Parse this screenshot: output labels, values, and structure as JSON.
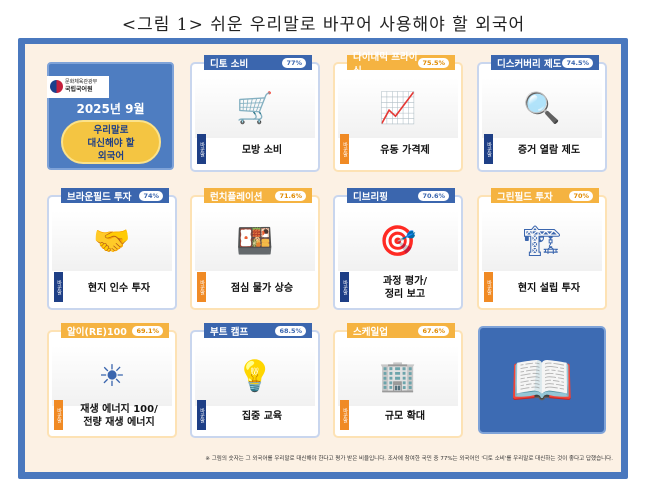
{
  "title": "<그림 1> 쉬운 우리말로 바꾸어 사용해야 할 외국어",
  "intro": {
    "org_line1": "문화체육관광부",
    "org_line2": "국립국어원",
    "year": "2025년 9월",
    "pill": "우리말로\n대신해야 할\n외국어"
  },
  "side_label": "바꾼말",
  "cards": [
    {
      "term": "디토 소비",
      "pct": "77%",
      "word": "모방 소비",
      "icon": "🛒"
    },
    {
      "term": "다이내믹 프라이싱",
      "pct": "75.5%",
      "word": "유동 가격제",
      "icon": "📈"
    },
    {
      "term": "디스커버리 제도",
      "pct": "74.5%",
      "word": "증거 열람 제도",
      "icon": "🔍"
    },
    {
      "term": "브라운필드 투자",
      "pct": "74%",
      "word": "현지 인수 투자",
      "icon": "🤝"
    },
    {
      "term": "런치플레이션",
      "pct": "71.6%",
      "word": "점심 물가 상승",
      "icon": "🍱"
    },
    {
      "term": "디브리핑",
      "pct": "70.6%",
      "word": "과정 평가/\n정리 보고",
      "icon": "🎯"
    },
    {
      "term": "그린필드 투자",
      "pct": "70%",
      "word": "현지 설립 투자",
      "icon": "🏗"
    },
    {
      "term": "알이(RE)100",
      "pct": "69.1%",
      "word": "재생 에너지 100/\n전량 재생 에너지",
      "icon": "☀"
    },
    {
      "term": "부트 캠프",
      "pct": "68.5%",
      "word": "집중 교육",
      "icon": "💡"
    },
    {
      "term": "스케일업",
      "pct": "67.6%",
      "word": "규모 확대",
      "icon": "🏢"
    }
  ],
  "footnote": "※ 그림의 숫자는 그 외국어를 우리말로 대신해야 한다고 평가 받은 비율입니다. 조사에 참여한 국민 중 77%는 외국어인 '디토 소비'를 우리말로 대신하는 것이 좋다고 답했습니다."
}
